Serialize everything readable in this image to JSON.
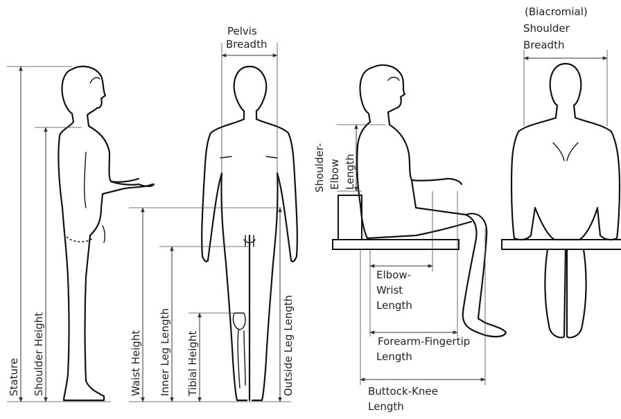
{
  "labels": {
    "stature": "Stature",
    "shoulder_height": "Shoulder Height",
    "waist_height": "Waist Height",
    "inner_leg_length": "Inner Leg Length",
    "tibial_height": "Tibial Height",
    "outside_leg_length": "Outside Leg Length",
    "pelvis_breadth": [
      "Pelvis",
      "Breadth"
    ],
    "shoulder_breadth": [
      "(Biacromial)",
      "Shoulder",
      "Breadth"
    ],
    "shoulder_elbow_length": [
      "Shoulder-",
      "Elbow",
      "Length"
    ],
    "elbow_wrist_length": [
      "Elbow-",
      "Wrist",
      "Length"
    ],
    "forearm_fingertip_length": [
      "Forearm-Fingertip",
      "Length"
    ],
    "buttock_knee_length": [
      "Buttock-Knee",
      "Length"
    ]
  }
}
